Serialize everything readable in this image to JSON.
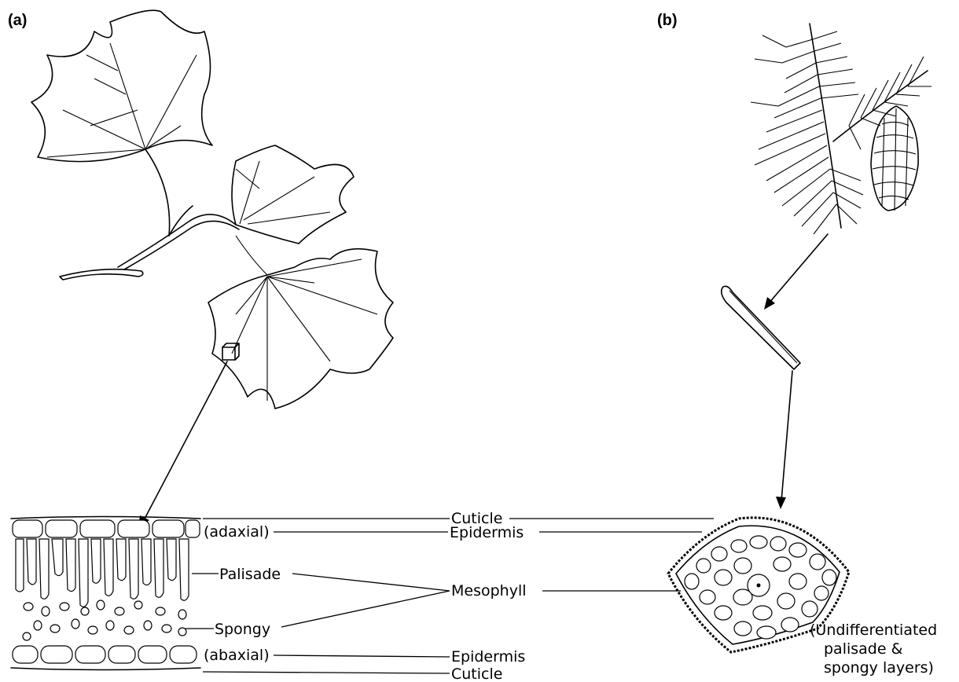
{
  "panels": {
    "a": "(a)",
    "b": "(b)"
  },
  "labels": {
    "cuticle_top": "Cuticle",
    "adaxial": "(adaxial)",
    "epidermis_top": "Epidermis",
    "palisade": "Palisade",
    "mesophyll": "Mesophyll",
    "spongy": "Spongy",
    "abaxial": "(abaxial)",
    "epidermis_bottom": "Epidermis",
    "cuticle_bottom": "Cuticle"
  },
  "note": {
    "line1": "(Undifferentiated",
    "line2": "palisade &",
    "line3": "spongy layers)"
  }
}
